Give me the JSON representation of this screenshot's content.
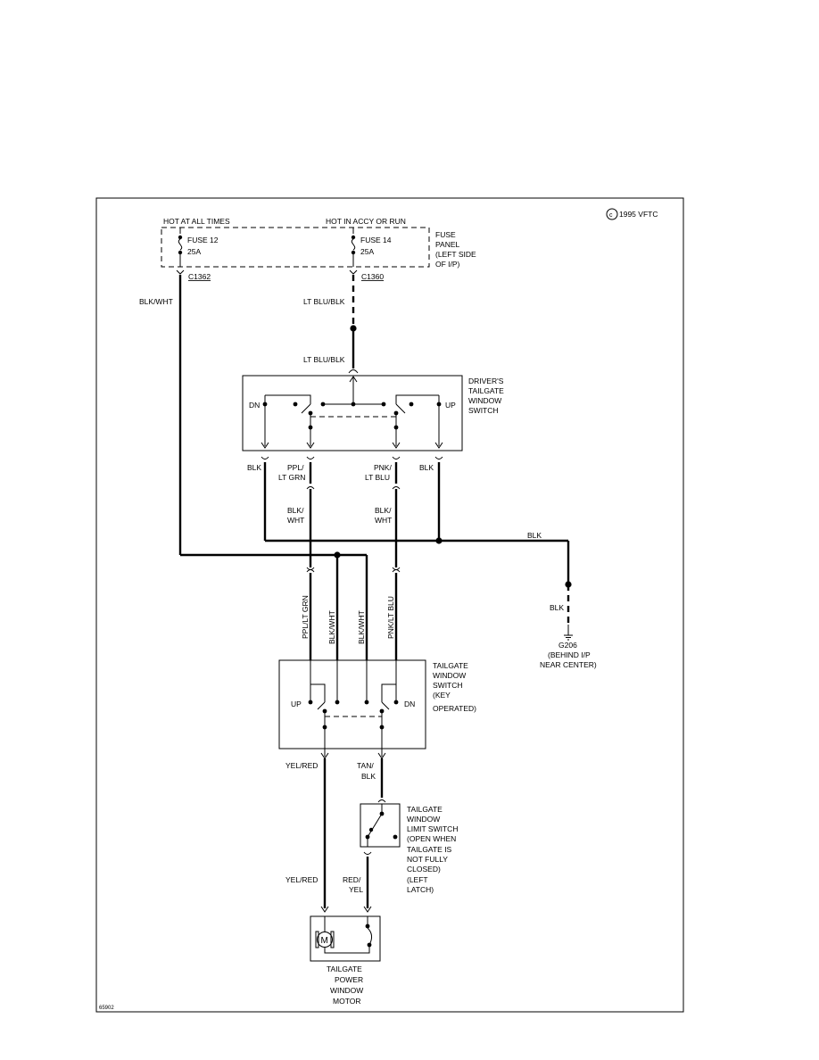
{
  "copyright": "1995 VFTC",
  "figure_id": "65902",
  "power": {
    "hot_all_times": "HOT AT ALL TIMES",
    "hot_accy_run": "HOT IN ACCY OR RUN",
    "fuse12_name": "FUSE 12",
    "fuse12_rating": "25A",
    "fuse14_name": "FUSE 14",
    "fuse14_rating": "25A",
    "fuse_panel_lines": [
      "FUSE",
      "PANEL",
      "(LEFT SIDE",
      "OF I/P)"
    ],
    "connector_left": "C1362",
    "connector_right": "C1360"
  },
  "wires": {
    "blk_wht_main": "BLK/WHT",
    "lt_blu_blk_upper": "LT BLU/BLK",
    "lt_blu_blk_lower": "LT BLU/BLK",
    "blk_left": "BLK",
    "ppl_lt_grn": [
      "PPL/",
      "LT GRN"
    ],
    "pnk_lt_blu": [
      "PNK/",
      "LT BLU"
    ],
    "blk_right": "BLK",
    "blk_wht_left": [
      "BLK/",
      "WHT"
    ],
    "blk_wht_right": [
      "BLK/",
      "WHT"
    ],
    "blk_ground_top": "BLK",
    "blk_ground_low": "BLK",
    "vert_ppl_lt_grn": "PPL/LT GRN",
    "vert_blk_wht_1": "BLK/WHT",
    "vert_blk_wht_2": "BLK/WHT",
    "vert_pnk_lt_blu": "PNK/LT BLU",
    "yel_red_upper": "YEL/RED",
    "tan_blk": [
      "TAN/",
      "BLK"
    ],
    "yel_red_lower": "YEL/RED",
    "red_yel": [
      "RED/",
      "YEL"
    ]
  },
  "drivers_switch": {
    "label_lines": [
      "DRIVER'S",
      "TAILGATE",
      "WINDOW",
      "SWITCH"
    ],
    "dn": "DN",
    "up": "UP"
  },
  "ground": {
    "name": "G206",
    "location_lines": [
      "(BEHIND I/P",
      "NEAR CENTER)"
    ]
  },
  "key_switch": {
    "label_lines": [
      "TAILGATE",
      "WINDOW",
      "SWITCH",
      "(KEY",
      "OPERATED)"
    ],
    "up": "UP",
    "dn": "DN"
  },
  "limit_switch": {
    "label_lines": [
      "TAILGATE",
      "WINDOW",
      "LIMIT SWITCH",
      "(OPEN WHEN",
      "TAILGATE IS",
      "NOT FULLY",
      "CLOSED)",
      "(LEFT",
      "LATCH)"
    ]
  },
  "motor": {
    "symbol": "M",
    "label_lines": [
      "TAILGATE",
      "POWER",
      "WINDOW",
      "MOTOR"
    ]
  }
}
